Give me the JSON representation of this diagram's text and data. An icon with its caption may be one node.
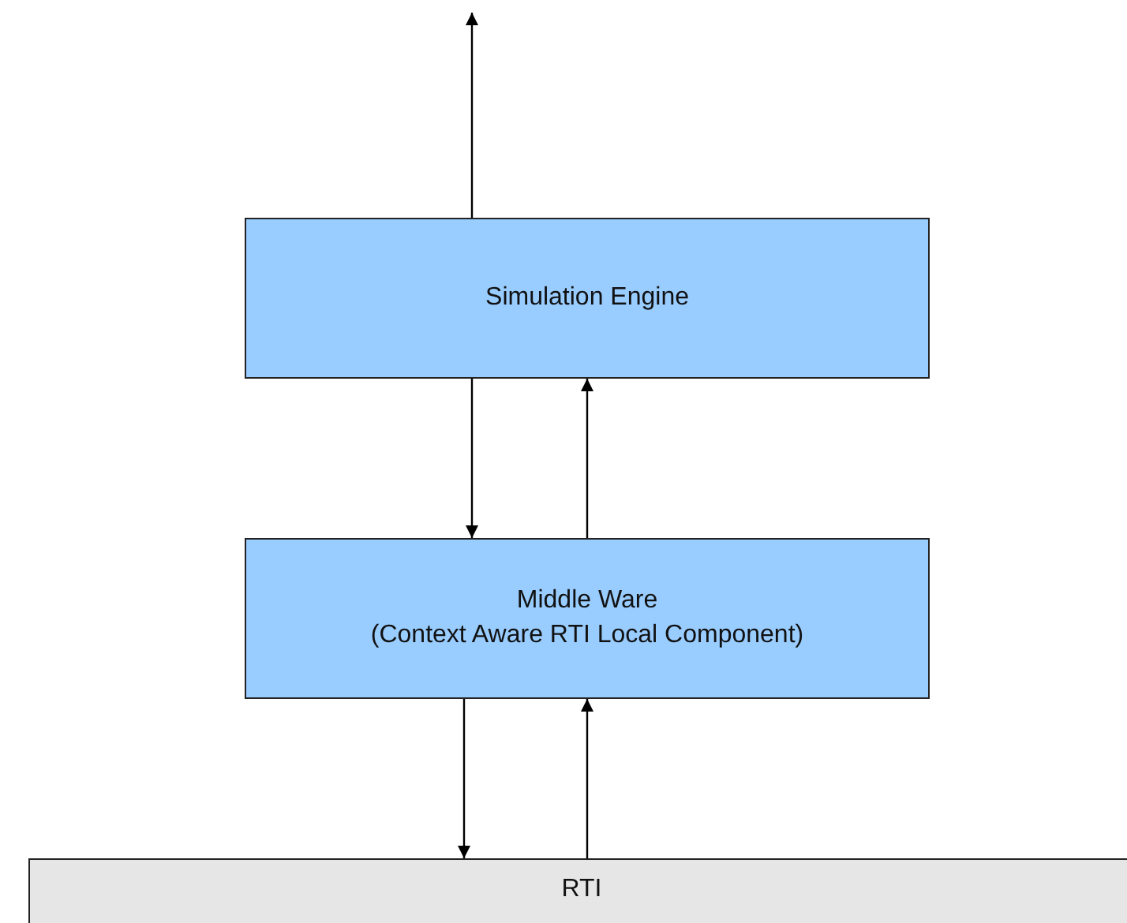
{
  "diagram": {
    "nodes": [
      {
        "text": [
          "Simulation Engine"
        ]
      },
      {
        "text": [
          "Middle Ware",
          "(Context Aware RTI Local Component)"
        ]
      },
      {
        "text": [
          "RTI"
        ]
      }
    ],
    "edges": [
      {
        "from": 0,
        "to": null,
        "arrow": "to"
      },
      {
        "from": 0,
        "to": 1,
        "arrow": "to"
      },
      {
        "from": 1,
        "to": 0,
        "arrow": "to"
      },
      {
        "from": 1,
        "to": 2,
        "arrow": "to"
      },
      {
        "from": 2,
        "to": 1,
        "arrow": "to"
      }
    ]
  }
}
